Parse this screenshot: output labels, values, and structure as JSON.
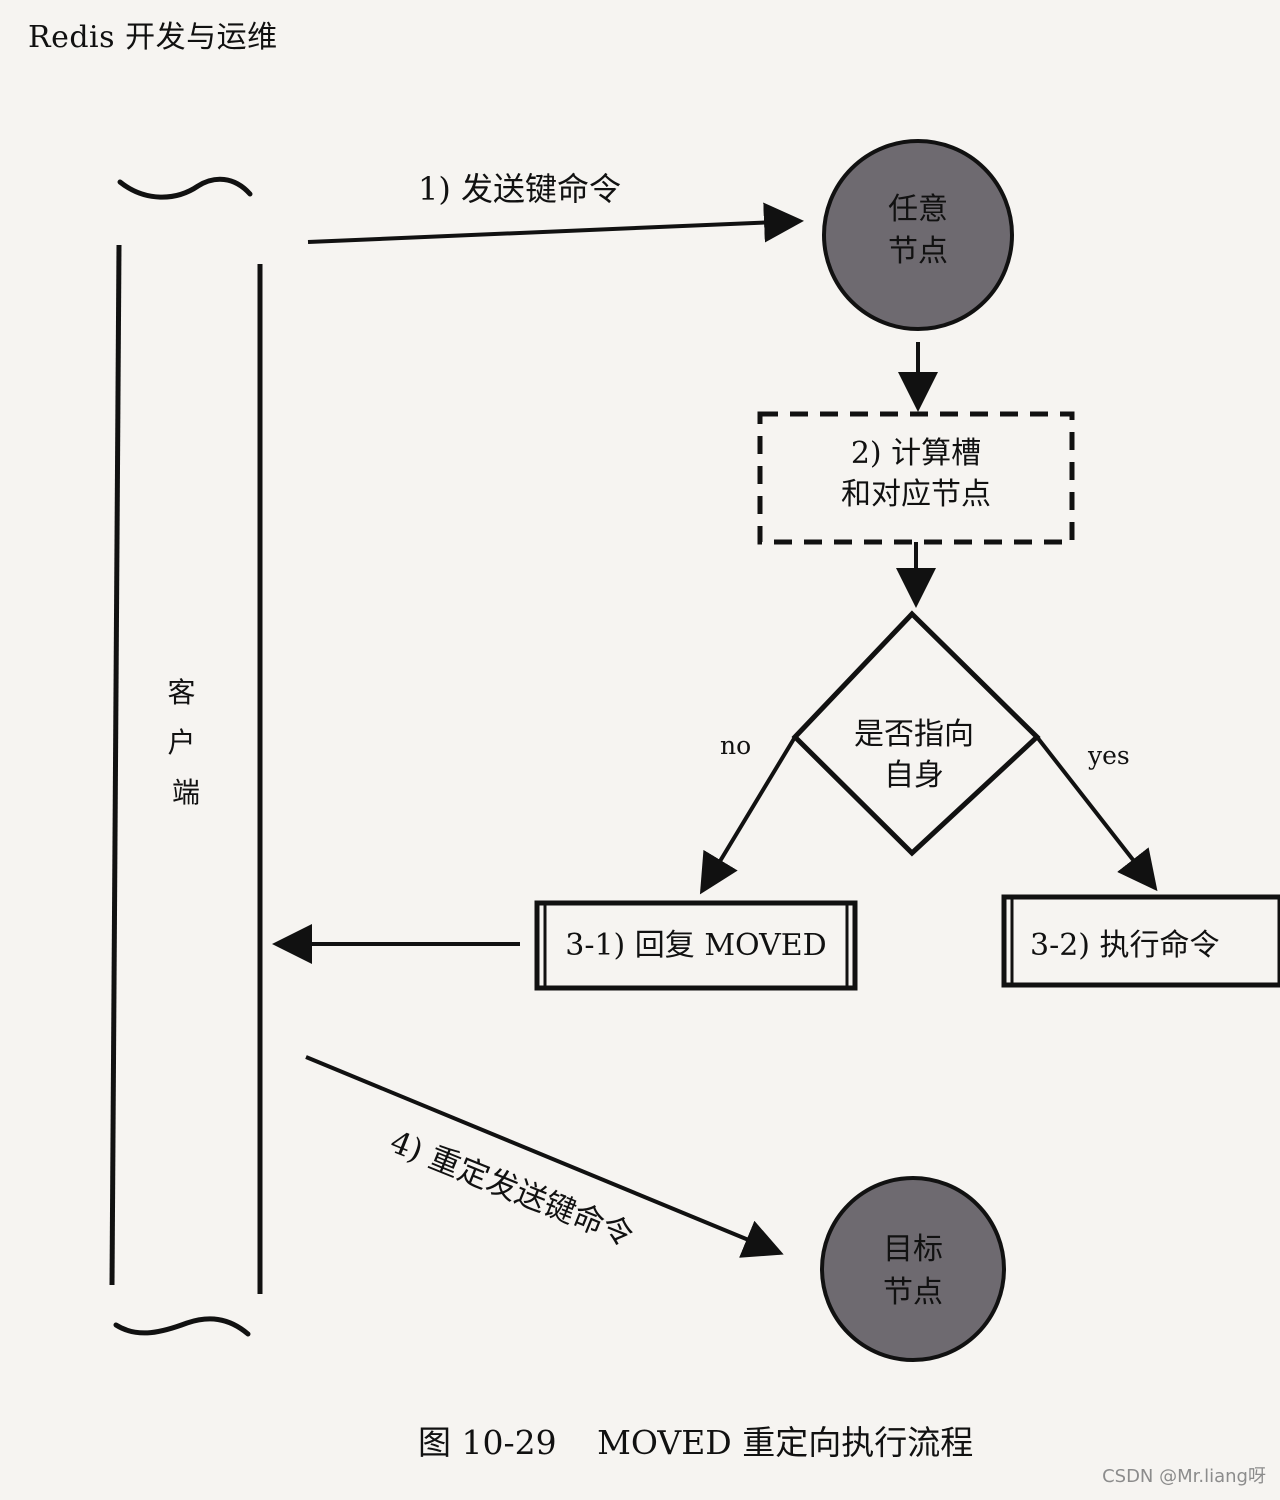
{
  "header": {
    "title": "Redis 开发与运维"
  },
  "diagram": {
    "client": {
      "label": "客户端"
    },
    "nodes": {
      "any_node": [
        "任意",
        "节点"
      ],
      "target_node": [
        "目标",
        "节点"
      ]
    },
    "steps": {
      "step1": "1) 发送键命令",
      "step2": [
        "2) 计算槽",
        "和对应节点"
      ],
      "decision": [
        "是否指向",
        "自身"
      ],
      "no_label": "no",
      "yes_label": "yes",
      "step3_1": "3-1) 回复 MOVED",
      "step3_2": "3-2) 执行命令",
      "step4": "4) 重定发送键命令"
    }
  },
  "caption": {
    "figure_label": "图 10-29",
    "title": "MOVED 重定向执行流程"
  },
  "watermark": "CSDN @Mr.liang呀"
}
